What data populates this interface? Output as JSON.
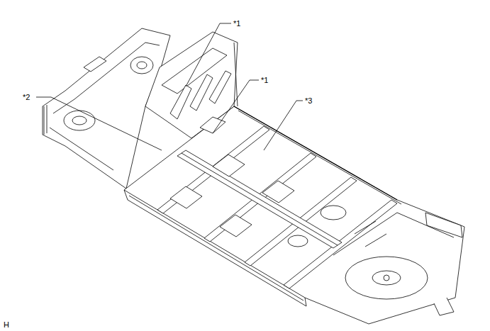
{
  "diagram": {
    "labels": [
      "*1",
      "*1",
      "*2",
      "*3",
      "H"
    ]
  }
}
